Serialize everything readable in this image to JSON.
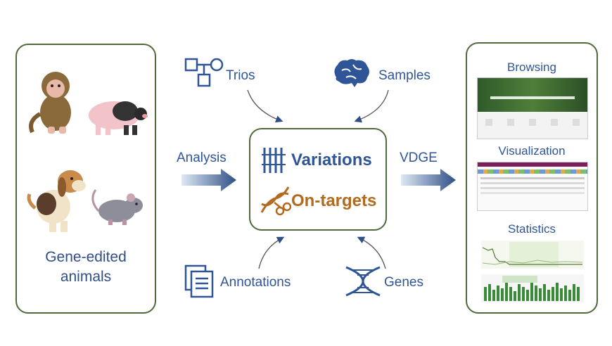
{
  "left_panel": {
    "label_line1": "Gene-edited",
    "label_line2": "animals",
    "animals": [
      "monkey-icon",
      "pig-icon",
      "dog-icon",
      "rat-icon"
    ]
  },
  "center": {
    "variations": "Variations",
    "on_targets": "On-targets"
  },
  "inputs": {
    "trios": "Trios",
    "samples": "Samples",
    "annotations": "Annotations",
    "genes": "Genes"
  },
  "arrows": {
    "analysis": "Analysis",
    "vdge": "VDGE"
  },
  "right_panel": {
    "browsing": "Browsing",
    "visualization": "Visualization",
    "statistics": "Statistics"
  },
  "colors": {
    "border_green": "#4e6a3a",
    "text_blue": "#2f5597",
    "on_target_brown": "#b26a1e"
  }
}
